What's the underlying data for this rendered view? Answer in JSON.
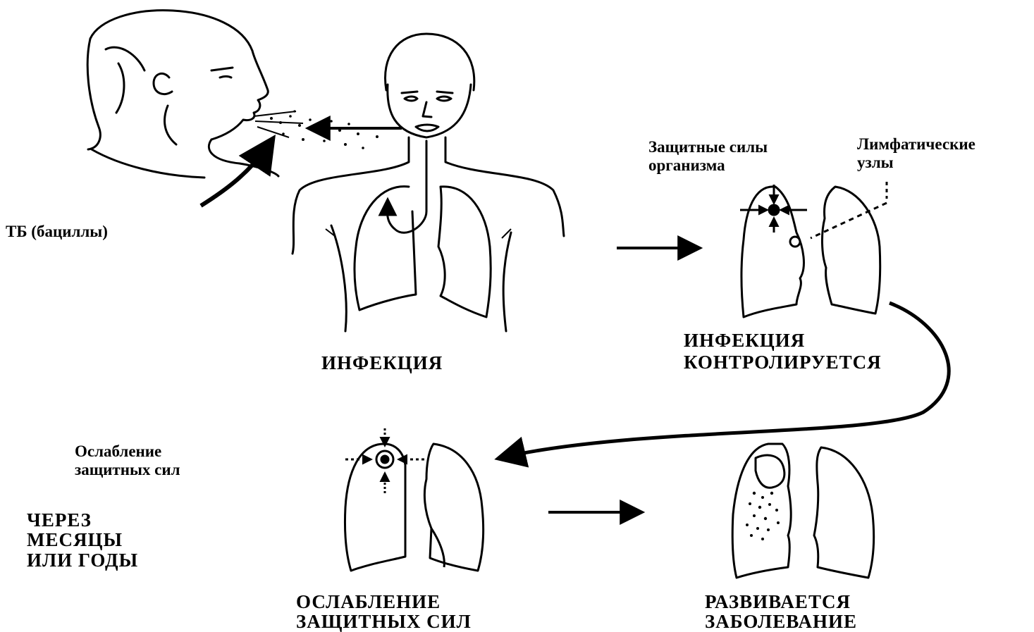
{
  "labels": {
    "tb_bacilli": "ТБ (бациллы)",
    "infection": "ИНФЕКЦИЯ",
    "defense_forces": [
      "Защитные силы",
      "организма"
    ],
    "lymph_nodes": [
      "Лимфатические",
      "узлы"
    ],
    "infection_controlled": [
      "ИНФЕКЦИЯ",
      "КОНТРОЛИРУЕТСЯ"
    ],
    "weakening_small": [
      "Ослабление",
      "защитных сил"
    ],
    "months_years": [
      "ЧЕРЕЗ",
      "МЕСЯЦЫ",
      "ИЛИ ГОДЫ"
    ],
    "weakening_caps": [
      "ОСЛАБЛЕНИЕ",
      "ЗАЩИТНЫХ СИЛ"
    ],
    "disease_develops": [
      "РАЗВИВАЕТСЯ",
      "ЗАБОЛЕВАНИЕ"
    ]
  },
  "icons": [
    "coughing-person-icon",
    "infected-person-torso-icon",
    "lungs-icon",
    "arrow-icon"
  ],
  "colors": {
    "ink": "#000000",
    "paper": "#ffffff"
  }
}
